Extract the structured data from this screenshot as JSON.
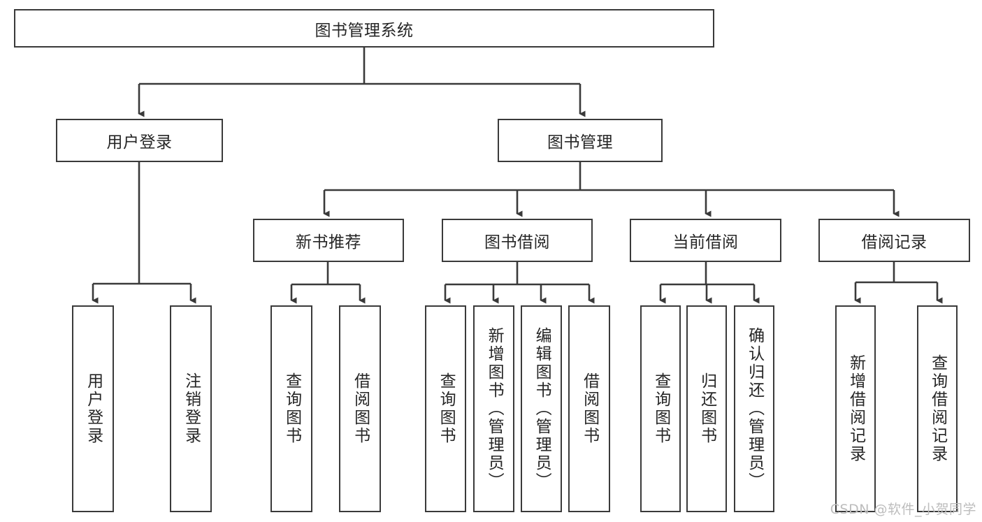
{
  "diagram": {
    "type": "tree-hierarchy-chart",
    "title": "图书管理系统",
    "watermark": "CSDN @软件_小贺同学",
    "colors": {
      "border": "#3a3a3a",
      "background": "#ffffff",
      "text": "#262626",
      "watermark": "#bdbdbd"
    },
    "levels": {
      "root": {
        "label": "图书管理系统"
      },
      "level2": [
        {
          "label": "用户登录"
        },
        {
          "label": "图书管理"
        }
      ],
      "level3": [
        {
          "label": "新书推荐"
        },
        {
          "label": "图书借阅"
        },
        {
          "label": "当前借阅"
        },
        {
          "label": "借阅记录"
        }
      ],
      "leaves": {
        "user_login": [
          {
            "label": "用户登录"
          },
          {
            "label": "注销登录"
          }
        ],
        "new_book_recommend": [
          {
            "label": "查询图书"
          },
          {
            "label": "借阅图书"
          }
        ],
        "book_borrow": [
          {
            "label": "查询图书"
          },
          {
            "label": "新增图书（管理员）"
          },
          {
            "label": "编辑图书（管理员）"
          },
          {
            "label": "借阅图书"
          }
        ],
        "current_borrow": [
          {
            "label": "查询图书"
          },
          {
            "label": "归还图书"
          },
          {
            "label": "确认归还（管理员）"
          }
        ],
        "borrow_record": [
          {
            "label": "新增借阅记录"
          },
          {
            "label": "查询借阅记录"
          }
        ]
      }
    }
  }
}
